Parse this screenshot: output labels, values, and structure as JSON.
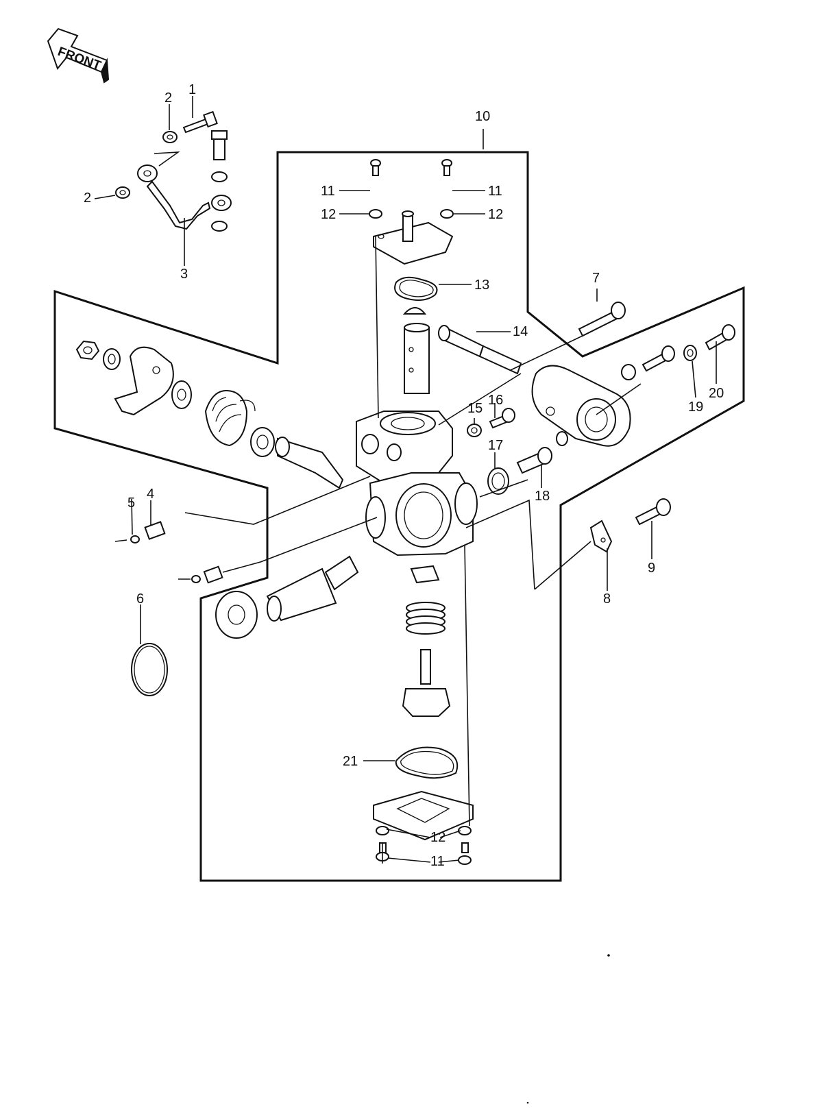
{
  "front_label": "FRONT",
  "callouts": {
    "c1": "1",
    "c2a": "2",
    "c2b": "2",
    "c3": "3",
    "c4": "4",
    "c5": "5",
    "c6": "6",
    "c7": "7",
    "c8": "8",
    "c9": "9",
    "c10": "10",
    "c11a": "11",
    "c11b": "11",
    "c11c": "11",
    "c12a": "12",
    "c12b": "12",
    "c12c": "12",
    "c13": "13",
    "c14": "14",
    "c15": "15",
    "c16": "16",
    "c17": "17",
    "c18": "18",
    "c19": "19",
    "c20": "20",
    "c21": "21"
  }
}
